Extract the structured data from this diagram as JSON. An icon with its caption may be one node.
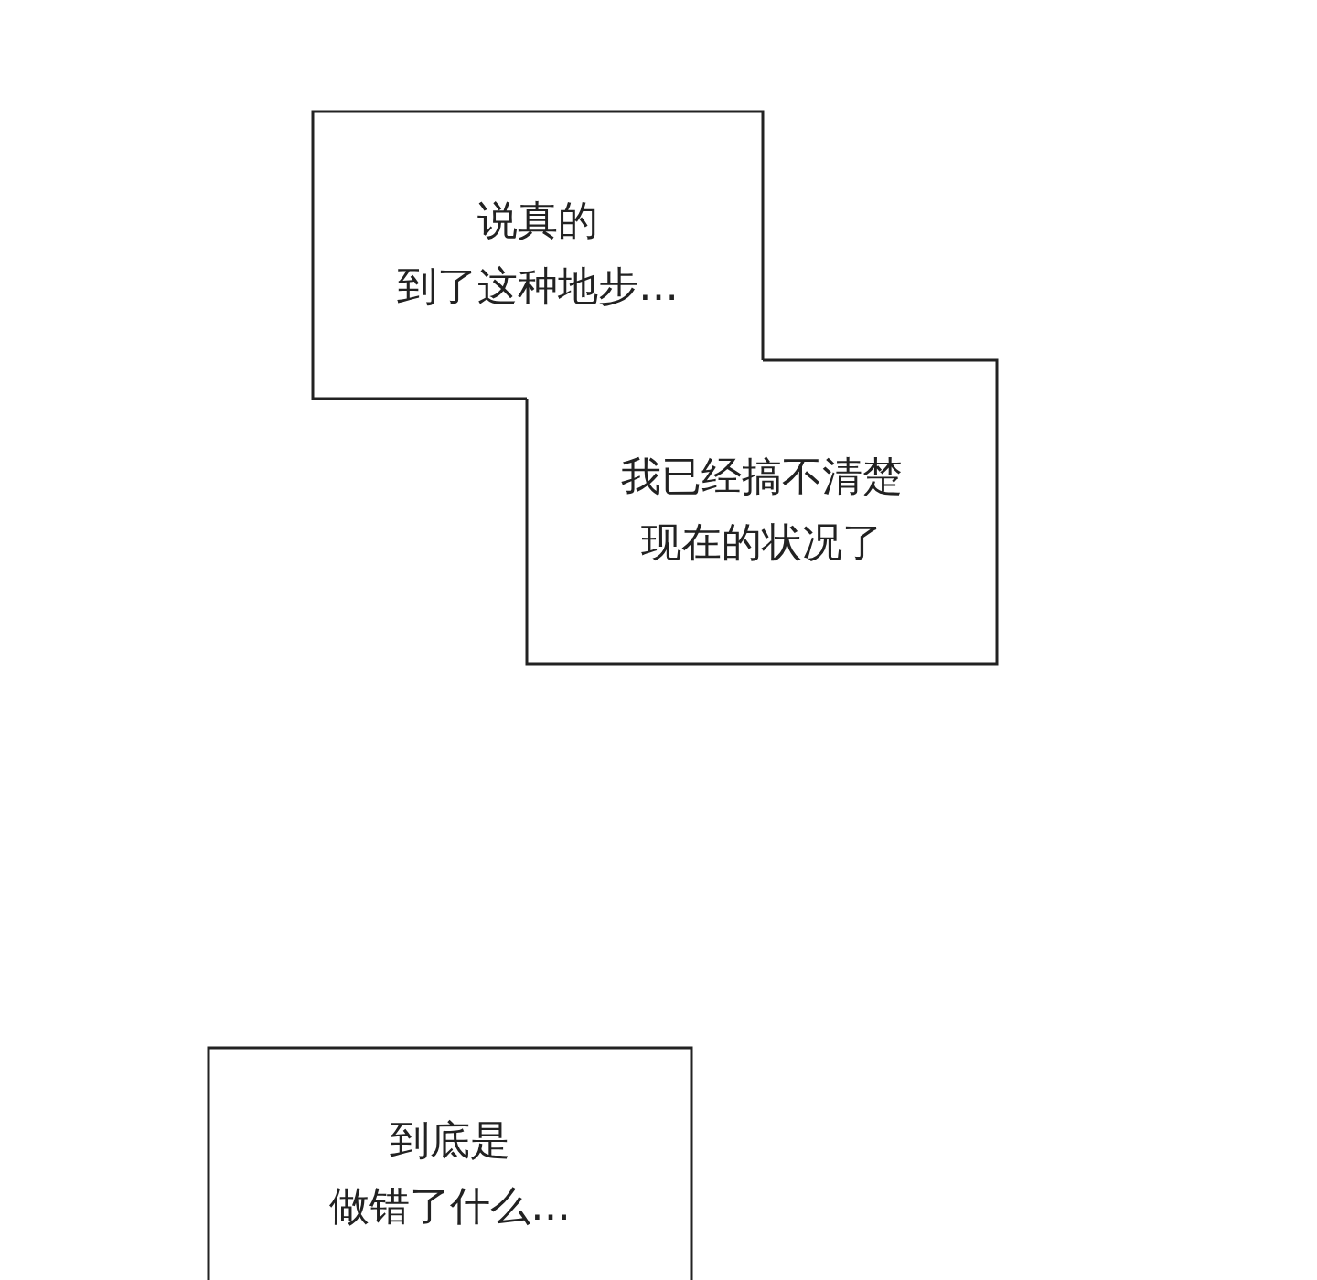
{
  "diagram": {
    "nodes": [
      {
        "text": [
          "说真的到了这种地步…"
        ]
      },
      {
        "text": [
          "我已经搞不清楚现在的状况了"
        ]
      },
      {
        "text": [
          "到底是做错了什么…"
        ]
      }
    ]
  }
}
